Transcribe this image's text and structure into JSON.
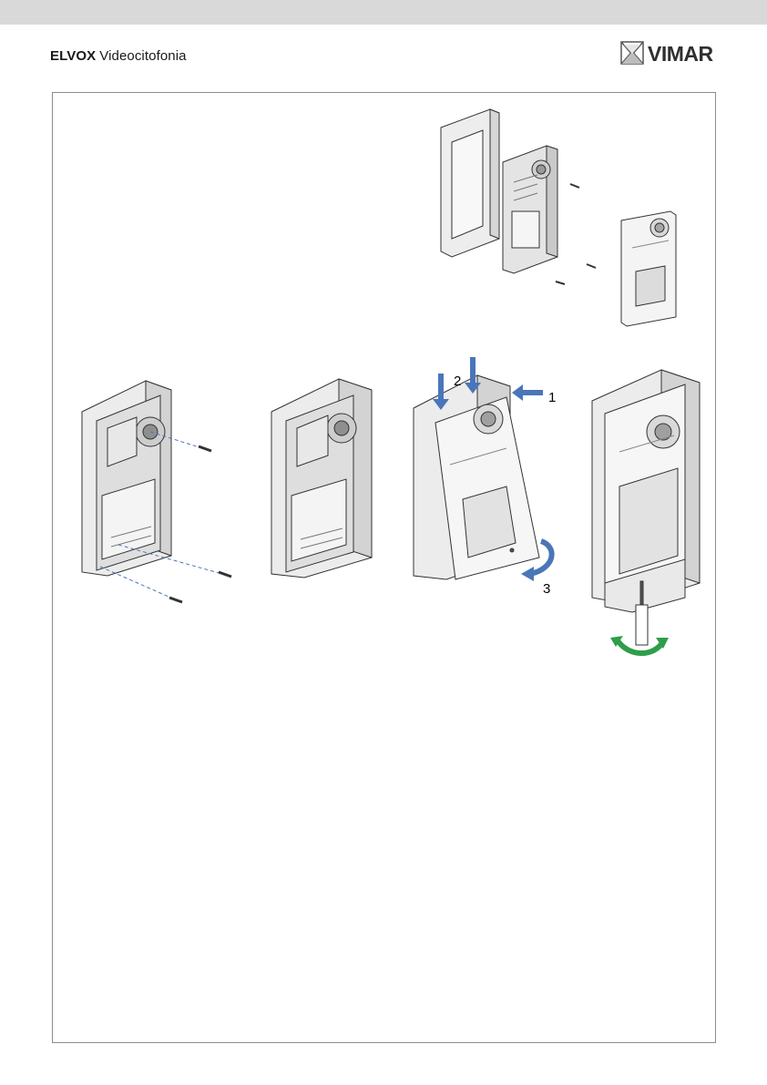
{
  "header": {
    "brand_bold": "ELVOX",
    "brand_regular": "Videocitofonia",
    "logo_text": "VIMAR"
  },
  "figure": {
    "step_labels": [
      "1",
      "2",
      "3"
    ]
  },
  "colors": {
    "topbar": "#d9d9d9",
    "frame": "#8c8c8c",
    "blue_arrow": "#4a76b8",
    "green_arrow": "#2e9e4a"
  },
  "icons": [
    "vimar-logo-icon",
    "screw-icon",
    "screwdriver-icon",
    "push-arrow-icon",
    "rotate-arrow-icon"
  ]
}
